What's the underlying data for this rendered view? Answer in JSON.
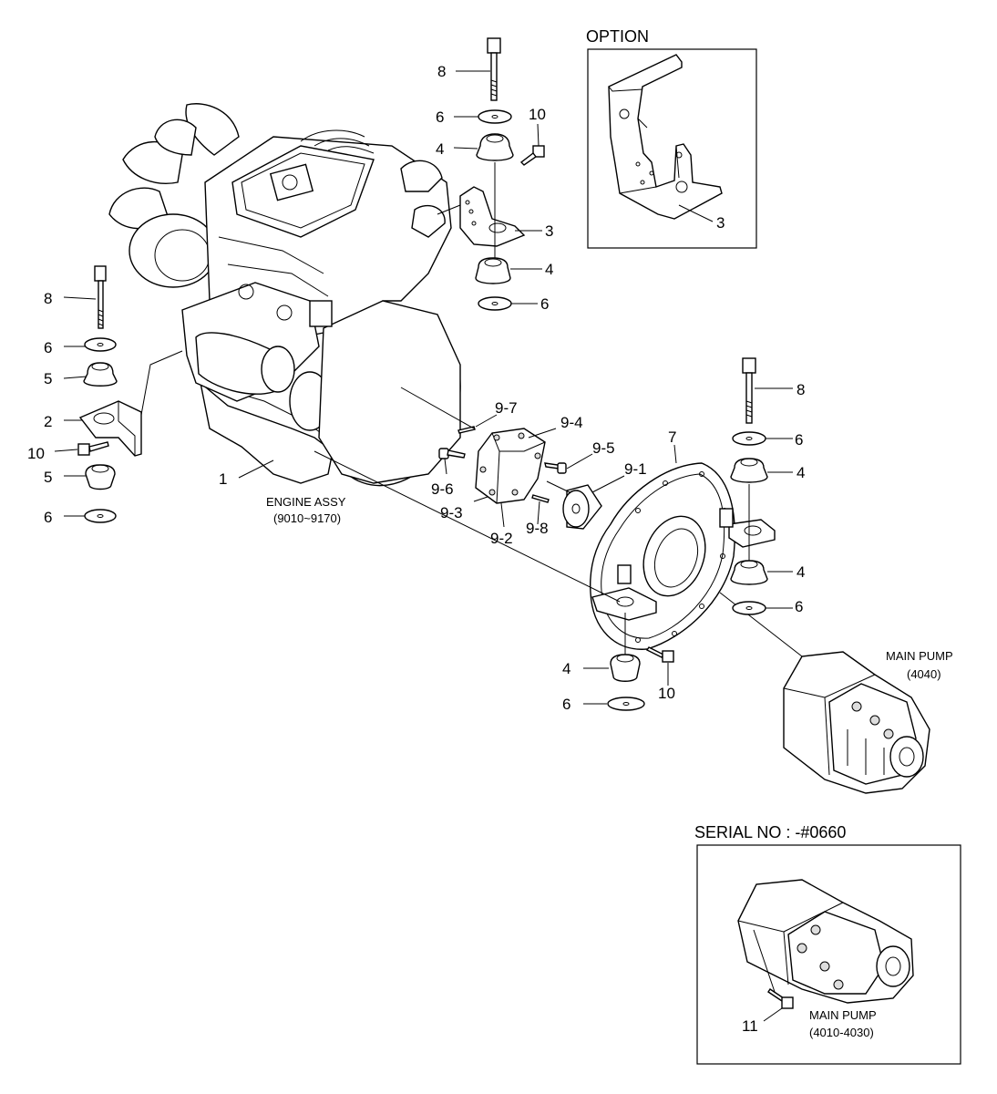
{
  "option_box": {
    "title": "OPTION",
    "bracket_callout": "3"
  },
  "serial_box": {
    "title": "SERIAL NO : -#0660",
    "callout": "11",
    "pump_label_line1": "MAIN PUMP",
    "pump_label_line2": "(4010-4030)"
  },
  "engine_label": {
    "line1": "ENGINE ASSY",
    "line2": "(9010~9170)"
  },
  "main_pump_label": {
    "line1": "MAIN PUMP",
    "line2": "(4040)"
  },
  "callouts": {
    "top_bolt": "8",
    "top_washer": "6",
    "top_bolt10": "10",
    "top_mount": "4",
    "top_bracket": "3",
    "top_mount_lower": "4",
    "top_washer_lower": "6",
    "left_bolt": "8",
    "left_washer": "6",
    "left_mount": "5",
    "left_bracket": "2",
    "left_bolt10": "10",
    "left_mount_lower": "5",
    "left_washer_lower": "6",
    "engine": "1",
    "coupling_9_7": "9-7",
    "coupling_9_4": "9-4",
    "coupling_9_5": "9-5",
    "coupling_9_1": "9-1",
    "coupling_9_6": "9-6",
    "coupling_9_3": "9-3",
    "coupling_9_2": "9-2",
    "coupling_9_8": "9-8",
    "housing": "7",
    "right_bolt": "8",
    "right_washer": "6",
    "right_mount": "4",
    "right_mount_lower": "4",
    "right_washer_lower": "6",
    "bottom_mount": "4",
    "bottom_bolt10": "10",
    "bottom_washer": "6"
  }
}
